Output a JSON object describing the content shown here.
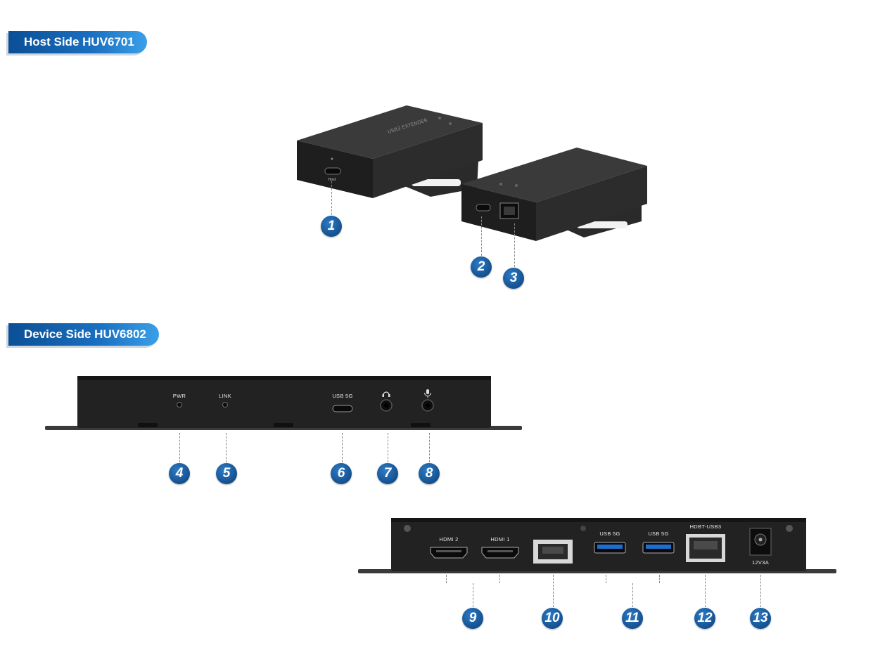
{
  "sections": {
    "host": {
      "title": "Host Side HUV6701"
    },
    "device": {
      "title": "Device Side HUV6802"
    }
  },
  "host_units": {
    "unit_a_port_label": "Host",
    "case_text": "USB3 EXTENDER"
  },
  "device_front": {
    "pwr_label": "PWR",
    "link_label": "LINK",
    "usb_label": "USB 5G"
  },
  "device_rear": {
    "hdmi2_label": "HDMI 2",
    "hdmi1_label": "HDMI 1",
    "usb_a_label": "USB 5G",
    "usb_b_label": "USB 5G",
    "hdbt_label": "HDBT-USB3",
    "power_label": "12V3A"
  },
  "callouts": [
    "1",
    "2",
    "3",
    "4",
    "5",
    "6",
    "7",
    "8",
    "9",
    "10",
    "11",
    "12",
    "13"
  ]
}
